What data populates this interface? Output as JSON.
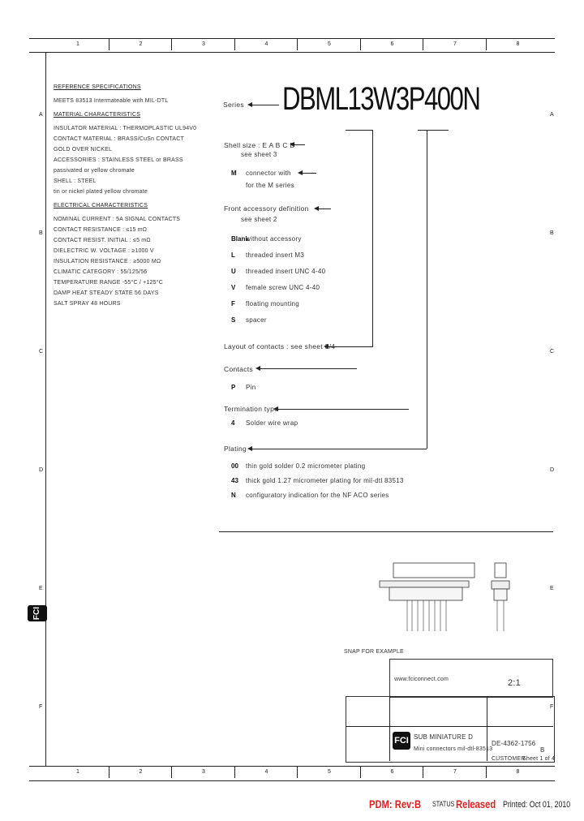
{
  "columns": [
    "1",
    "2",
    "3",
    "4",
    "5",
    "6",
    "7",
    "8"
  ],
  "rows": [
    "A",
    "B",
    "C",
    "D",
    "E",
    "F"
  ],
  "title_code": "DBML13W3P400N",
  "series_label": "Series",
  "left_specs": [
    {
      "text": "REFERENCE SPECIFICATIONS",
      "heading": true
    },
    {
      "text": "MEETS 83513 Intermateable with MIL-DTL"
    },
    {
      "text": "MATERIAL CHARACTERISTICS",
      "heading": true
    },
    {
      "text": "INSULATOR MATERIAL :    THERMOPLASTIC UL94V0"
    },
    {
      "text": "CONTACT MATERIAL :       BRASS/CuSn CONTACT"
    },
    {
      "text": "                                           GOLD OVER NICKEL"
    },
    {
      "text": "ACCESSORIES :               STAINLESS STEEL or BRASS"
    },
    {
      "text": "                                           passivated or yellow chromate"
    },
    {
      "text": "SHELL :                          STEEL"
    },
    {
      "text": "                                           tin or nickel plated yellow chromate"
    },
    {
      "text": "ELECTRICAL CHARACTERISTICS",
      "heading": true
    },
    {
      "text": "NOMINAL CURRENT :          5A SIGNAL CONTACTS"
    },
    {
      "text": "CONTACT RESISTANCE :     ≤15 mΩ"
    },
    {
      "text": "CONTACT RESIST. INITIAL :  ≤5 mΩ"
    },
    {
      "text": "DIELECTRIC W. VOLTAGE :  ≥1000 V"
    },
    {
      "text": "INSULATION RESISTANCE :  ≥5000 MΩ"
    },
    {
      "text": "CLIMATIC CATEGORY :         55/125/56"
    },
    {
      "text": "                                           TEMPERATURE RANGE -55°C / +125°C"
    },
    {
      "text": "                                           DAMP HEAT STEADY STATE 56 DAYS"
    },
    {
      "text": "                                           SALT SPRAY 48 HOURS"
    }
  ],
  "options": {
    "shell_size_label": "Shell size : E A B C D",
    "shell_size_note": "see sheet 3",
    "m_code": "M",
    "m_text1": "connector with",
    "m_text2": "for the M series",
    "front_acc_label": "Front accessory definition",
    "front_acc_note": "see sheet 2",
    "front_items": [
      {
        "code": "Blank",
        "text": "without accessory"
      },
      {
        "code": "L",
        "text": "threaded insert M3"
      },
      {
        "code": "U",
        "text": "threaded insert UNC 4-40"
      },
      {
        "code": "V",
        "text": "female screw UNC 4-40"
      },
      {
        "code": "F",
        "text": "floating mounting"
      },
      {
        "code": "S",
        "text": "spacer"
      }
    ],
    "layout_label": "Layout of contacts : see sheet 3/4",
    "contacts_label": "Contacts",
    "contacts_items": [
      {
        "code": "P",
        "text": "Pin"
      }
    ],
    "termination_label": "Termination type",
    "termination_items": [
      {
        "code": "4",
        "text": "Solder wire wrap"
      }
    ],
    "plating_label": "Plating",
    "plating_items": [
      {
        "code": "00",
        "text": "thin gold solder 0.2 micrometer plating"
      },
      {
        "code": "43",
        "text": "thick gold 1.27 micrometer plating for mil-dtl 83513"
      },
      {
        "code": "N",
        "text": "configuratory indication for the NF ACO series"
      }
    ]
  },
  "example_label": "SNAP FOR EXAMPLE",
  "title_block": {
    "company": "SUB MINIATURE D",
    "desc": "Mini connectors mil-dtl-83513",
    "website": "www.fciconnect.com",
    "doc_number": "DE-4362-1756",
    "revision": "B",
    "customer": "CUSTOMER",
    "sheet": "Sheet 1 of 4",
    "scale": "2:1"
  },
  "footer": {
    "pdm": "PDM: Rev:B",
    "status_label": "STATUS",
    "status_value": "Released",
    "printed": "Printed: Oct 01, 2010"
  },
  "colors": {
    "pdm": "#e02020",
    "status": "#e02020"
  }
}
